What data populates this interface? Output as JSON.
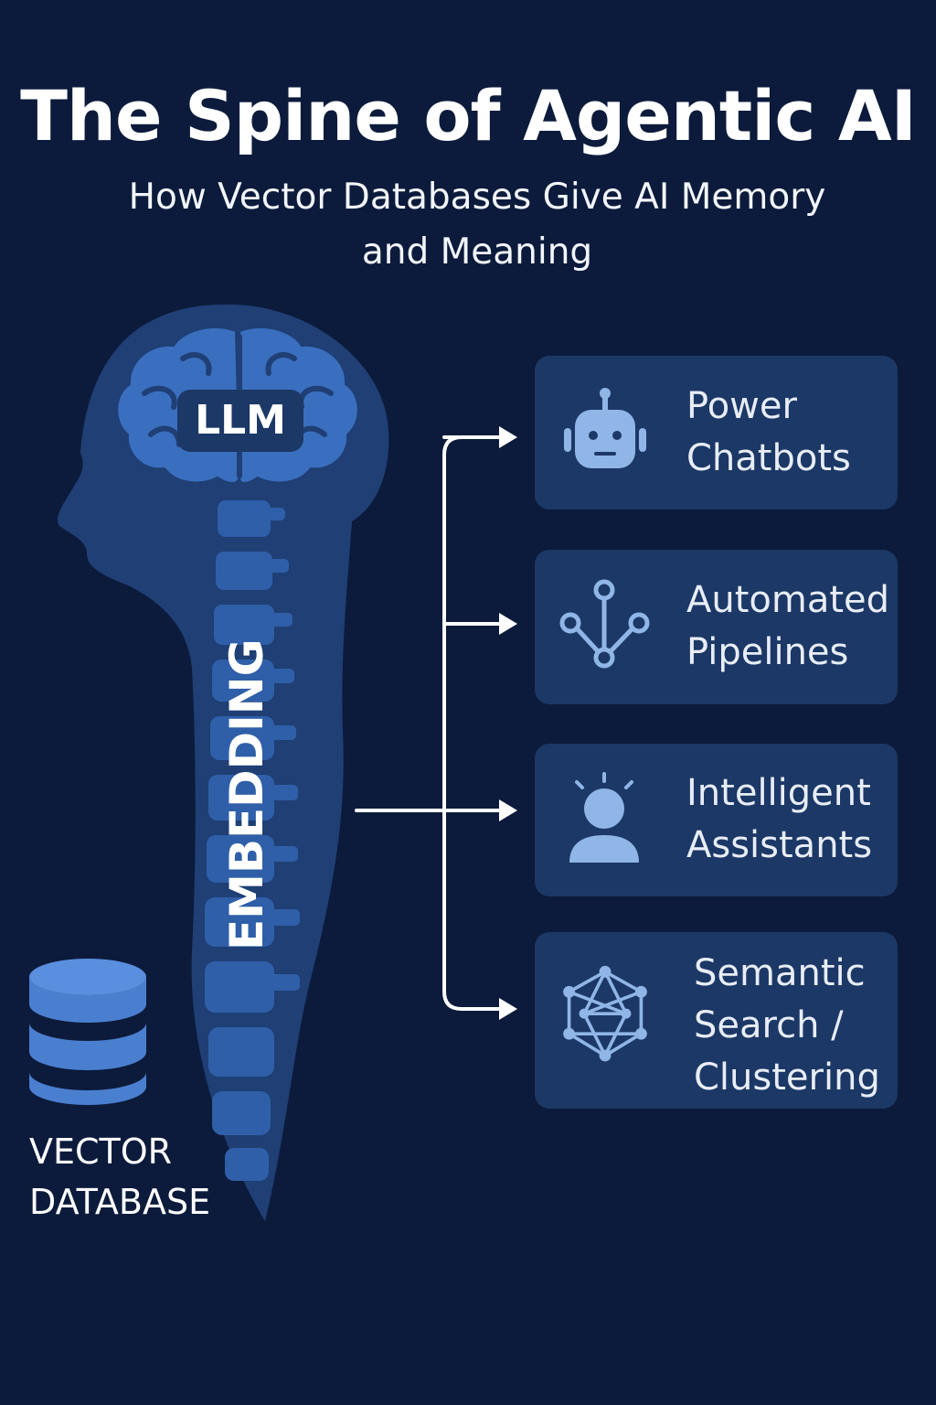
{
  "title": "The Spine of Agentic AI",
  "subtitle": "How Vector Databases Give AI Memory and Meaning",
  "head": {
    "llm_label": "LLM",
    "spine_label": "EMBEDDING"
  },
  "database": {
    "label": "VECTOR\nDATABASE",
    "icon": "database-icon"
  },
  "uses": [
    {
      "label": "Power\nChatbots",
      "icon": "robot-icon"
    },
    {
      "label": "Automated\nPipelines",
      "icon": "pipeline-icon"
    },
    {
      "label": "Intelligent\nAssistants",
      "icon": "assistant-icon"
    },
    {
      "label": "Semantic\nSearch /\nClustering",
      "icon": "network-icon"
    }
  ],
  "colors": {
    "background": "#0c1b3b",
    "card": "#1c3866",
    "head_silhouette": "#1f3f75",
    "spine": "#2f5fa8",
    "brain": "#3a6fbf",
    "icon": "#8fb6e6",
    "database": "#4a7fd0",
    "connector": "#ffffff"
  }
}
